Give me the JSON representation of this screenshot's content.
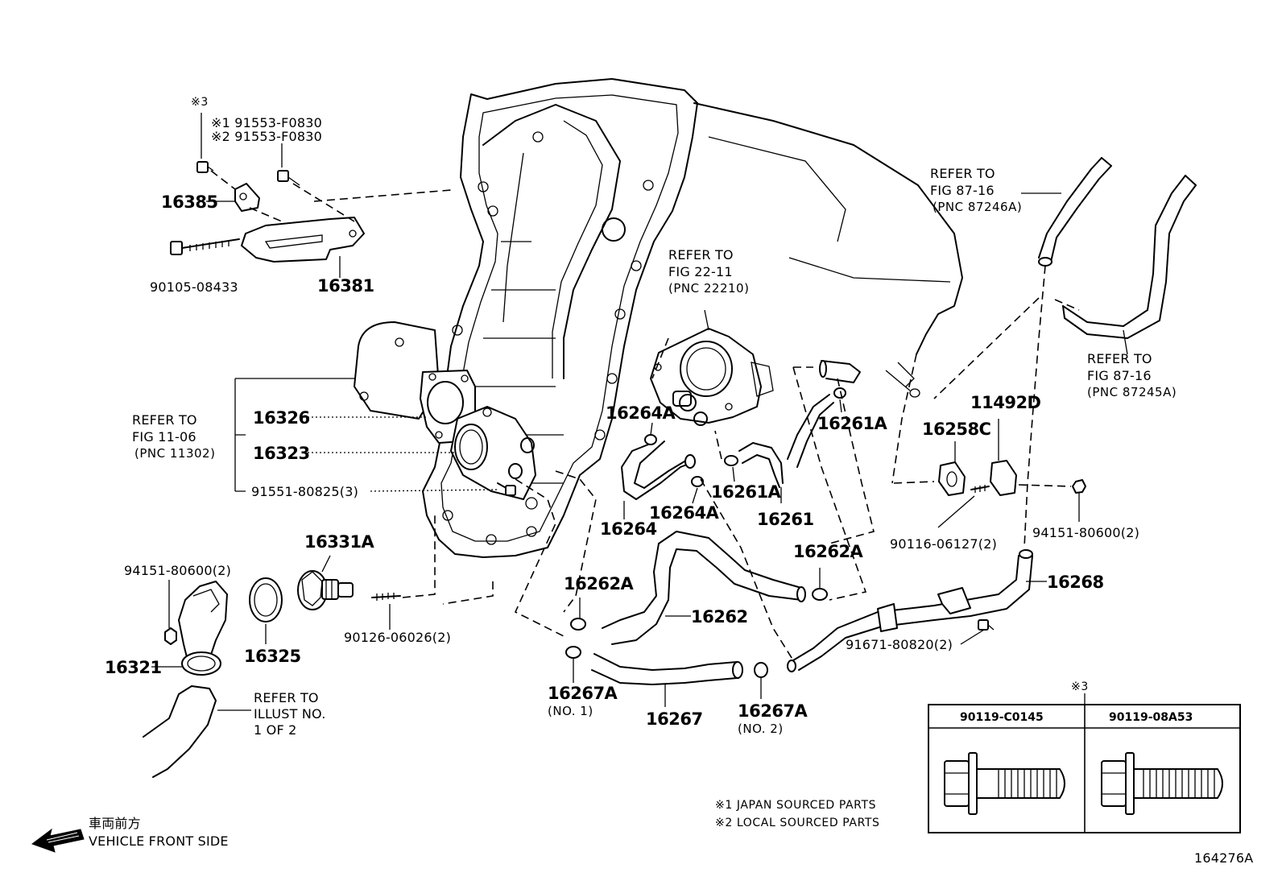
{
  "parts": {
    "p16385": "16385",
    "p90105_08433": "90105-08433",
    "p16381": "16381",
    "p16326": "16326",
    "p16323": "16323",
    "p91551_80825": "91551-80825(3)",
    "p94151_80600_left": "94151-80600(2)",
    "p16331A": "16331A",
    "p16321": "16321",
    "p16325": "16325",
    "p90126_06026": "90126-06026(2)",
    "p16264A_top": "16264A",
    "p16264": "16264",
    "p16264A_bottom": "16264A",
    "p16261A_left": "16261A",
    "p16261": "16261",
    "p16261A_right": "16261A",
    "p16262A_left": "16262A",
    "p16262A_right": "16262A",
    "p16262": "16262",
    "p16267A_no1": "16267A",
    "p16267": "16267",
    "p16267A_no2": "16267A",
    "p16258C": "16258C",
    "p11492D": "11492D",
    "p90116_06127": "90116-06127(2)",
    "p94151_80600_right": "94151-80600(2)",
    "p16268": "16268",
    "p91671_80820": "91671-80820(2)"
  },
  "labels": {
    "star3_top": "※3",
    "star1_bolt": "※1 91553-F0830",
    "star2_bolt": "※2 91553-F0830",
    "refer_22_11": {
      "l1": "REFER TO",
      "l2": "FIG 22-11",
      "l3": "(PNC 22210)"
    },
    "refer_87_16_a": {
      "l1": "REFER TO",
      "l2": "FIG 87-16",
      "l3": "(PNC 87246A)"
    },
    "refer_87_16_b": {
      "l1": "REFER TO",
      "l2": "FIG 87-16",
      "l3": "(PNC 87245A)"
    },
    "refer_11_06": {
      "l1": "REFER TO",
      "l2": "FIG 11-06",
      "l3": "(PNC 11302)"
    },
    "refer_illust": {
      "l1": "REFER TO",
      "l2": "ILLUST NO.",
      "l3": "1 OF 2"
    },
    "no1": "(NO. 1)",
    "no2": "(NO. 2)",
    "front_jp": "車両前方",
    "front_en": "VEHICLE FRONT SIDE",
    "note1": "※1 JAPAN SOURCED PARTS",
    "note2": "※2 LOCAL SOURCED PARTS",
    "figure_id": "164276A"
  },
  "table": {
    "marker": "※3",
    "col1": "90119-C0145",
    "col2": "90119-08A53"
  }
}
